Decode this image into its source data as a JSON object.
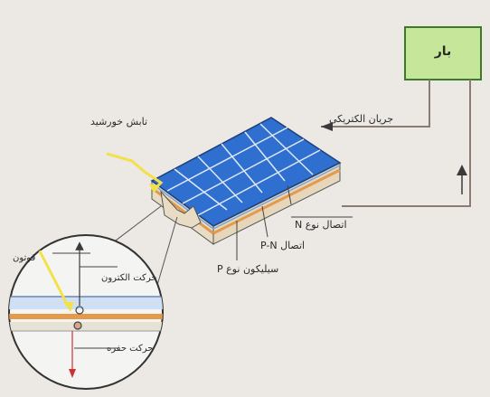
{
  "load": {
    "label": "بار"
  },
  "labels": {
    "electric_current": "جریان الکتریکی",
    "sunlight": "تابش خورشید",
    "n_junction": "اتصال نوع N",
    "pn_junction": "اتصال P-N",
    "p_silicon": "سیلیکون نوع P",
    "photon": "فوتون",
    "electron_motion": "حرکت الکترون",
    "hole_motion": "حرکت حفره"
  },
  "colors": {
    "panel_blue": "#2f6fcf",
    "cell_grid": "#dfe9f7",
    "load_box": "#c6e69a",
    "load_border": "#3b7a2a",
    "wire": "#8a7c73",
    "orange_layer": "#e49a4a",
    "yellow_ray": "#f2e14a",
    "circle_bg": "#f4f4f2"
  }
}
